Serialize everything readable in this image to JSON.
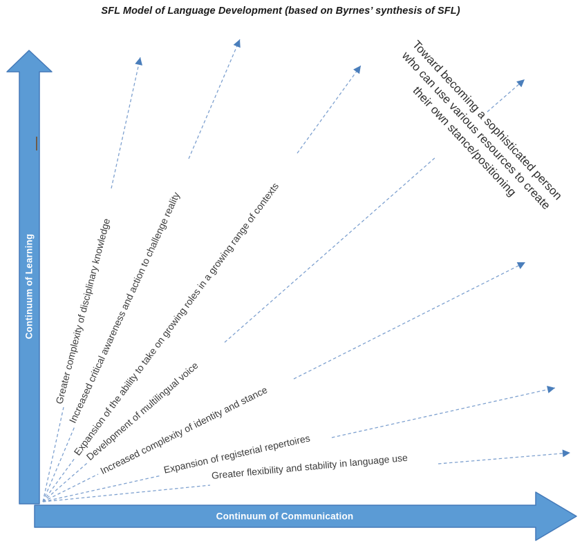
{
  "title": "SFL Model of Language Development (based on Byrnes’ synthesis of SFL)",
  "axes": {
    "y_label": "Continuum of Learning",
    "x_label": "Continuum of Communication"
  },
  "rays": [
    {
      "label": "Greater complexity of disciplinary knowledge"
    },
    {
      "label": "Increased critical awareness and action to challenge reality"
    },
    {
      "label": "Expansion of the ability to take on growing roles in a growing range of contexts"
    },
    {
      "label": "Development of multilingual voice"
    },
    {
      "label": "Increased complexity of identity and stance"
    },
    {
      "label": "Expansion of registerial repertoires"
    },
    {
      "label": "Greater flexibility and stability in language use"
    }
  ],
  "goal_annotation": {
    "line1": "Toward becoming a sophisticated person",
    "line2": "who can use various resources to create",
    "line3": "their own stance/positioning",
    "full_text": "Toward becoming a sophisticated person who can use various resources to create their own stance/positioning"
  },
  "colors": {
    "axis_arrow_fill": "#5b9bd5",
    "axis_arrow_stroke": "#4479b8",
    "ray_dash": "#7da0cf",
    "ray_arrowhead": "#4a7ebb",
    "label_text": "#3b3b3b"
  }
}
